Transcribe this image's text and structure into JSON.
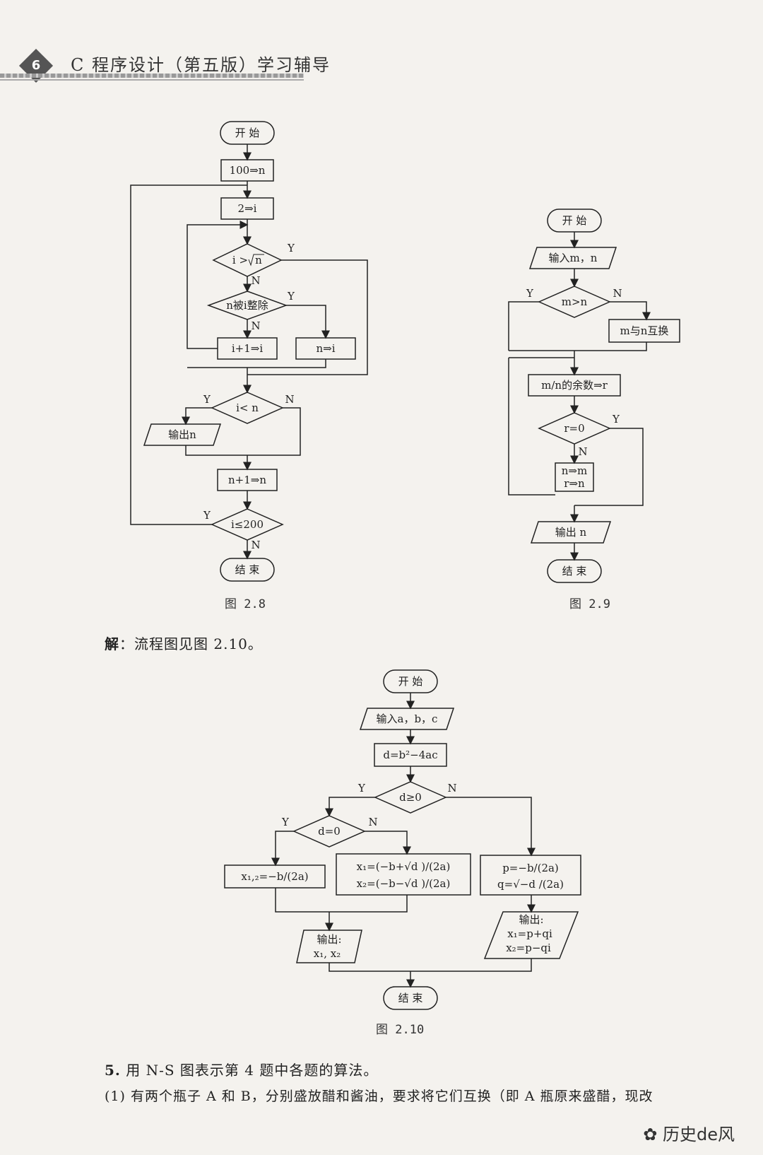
{
  "header": {
    "page_number": "6",
    "title": "C 程序设计（第五版）学习辅导"
  },
  "fig28": {
    "start": "开 始",
    "init_n": "100⇒n",
    "init_i": "2⇒i",
    "cond_sqrt_a": "i >",
    "cond_sqrt_b": "n",
    "cond_div": "n被i整除",
    "inc_i": "i+1⇒i",
    "set_i": "n⇒i",
    "cond_less": "i< n",
    "output": "输出n",
    "inc_n": "n+1⇒n",
    "cond_200": "i≤200",
    "end": "结 束",
    "caption": "图  2.8"
  },
  "fig29": {
    "start": "开 始",
    "input": "输入m，n",
    "cond_gt": "m>n",
    "swap": "m与n互换",
    "mod": "m/n的余数⇒r",
    "cond_zero": "r=0",
    "assign1": "n⇒m",
    "assign2": "r⇒n",
    "output": "输出 n",
    "end": "结 束",
    "caption": "图  2.9"
  },
  "solution": {
    "label": "解",
    "text": "：流程图见图 2.10。"
  },
  "fig210": {
    "start": "开 始",
    "input": "输入a，b，c",
    "disc": "d=b²−4ac",
    "cond_ge": "d≥0",
    "cond_eq": "d=0",
    "x12": "x₁,₂=−b/(2a)",
    "x1": "x₁=(−b+√d )/(2a)",
    "x2": "x₂=(−b−√d )/(2a)",
    "p": "p=−b/(2a)",
    "q": "q=√−d /(2a)",
    "out_real_label": "输出:",
    "out_real_vals": "x₁, x₂",
    "out_cplx_label": "输出:",
    "out_cplx_1": "x₁=p+qi",
    "out_cplx_2": "x₂=p−qi",
    "end": "结 束",
    "caption": "图  2.10"
  },
  "yes": "Y",
  "no": "N",
  "question": {
    "number": "5.",
    "text": " 用 N-S 图表示第 4 题中各题的算法。"
  },
  "sub1": {
    "text": "(1) 有两个瓶子 A 和 B，分别盛放醋和酱油，要求将它们互换（即 A 瓶原来盛醋，现改"
  },
  "watermark": {
    "text": "历史de风"
  }
}
